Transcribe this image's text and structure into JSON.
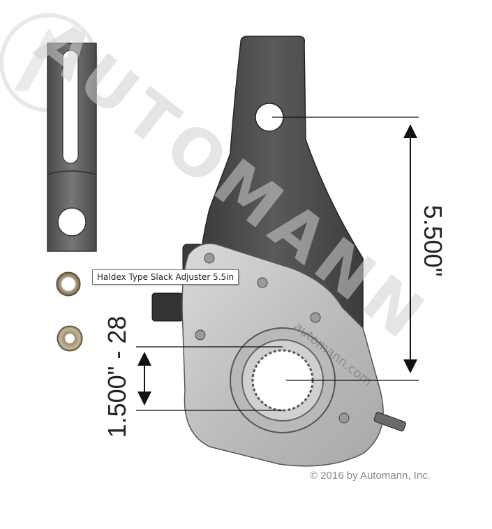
{
  "product": {
    "tooltip": "Haldex Type Slack Adjuster 5.5in",
    "copyright": "© 2016 by Automann, Inc."
  },
  "dimensions": {
    "arm_length": "5.500\"",
    "bore_spline": "1.500\" - 28"
  },
  "watermark": {
    "logo_text": "AUTOMANN",
    "stamp_text": "automann.com"
  },
  "colors": {
    "background": "#ffffff",
    "cast_body": "#4a4a4a",
    "housing": "#c9c9c9",
    "watermark": "#d0d0d0",
    "dimension_lines": "#111111"
  },
  "icons": [
    "automann-logo-watermark",
    "arrow-head-icon"
  ]
}
